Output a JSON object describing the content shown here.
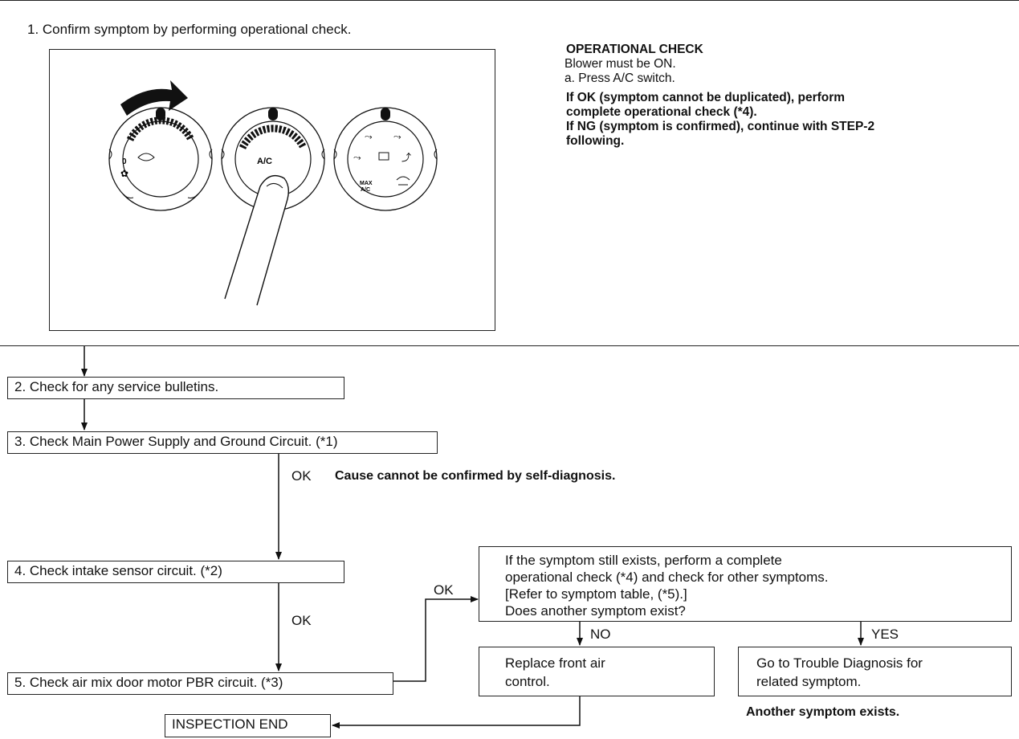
{
  "step1": {
    "label": "1. Confirm symptom by performing operational check.",
    "illustration": {
      "dial_left_icons": [
        "0",
        "fan-icon",
        "car-recirc-icon"
      ],
      "dial_mid_label": "A/C",
      "dial_right_icons": [
        "vent-icon",
        "bilevel-icon",
        "foot-icon",
        "foot-defrost-icon",
        "defrost-icon",
        "max-ac"
      ],
      "dial_right_max": "MAX",
      "dial_right_ac": "A/C"
    }
  },
  "operational_check": {
    "title": "OPERATIONAL CHECK",
    "line1": "Blower must be ON.",
    "line2": "a. Press A/C switch.",
    "ok_text_1": "If OK (symptom cannot be duplicated), perform",
    "ok_text_2": "complete operational check (*4).",
    "ng_text_1": "If NG (symptom is confirmed), continue with STEP-2",
    "ng_text_2": "following."
  },
  "step2": {
    "label": "2. Check for any service bulletins."
  },
  "step3": {
    "label": "3. Check Main Power Supply and Ground Circuit. (*1)"
  },
  "ok_labels": {
    "after3": "OK",
    "after4": "OK",
    "after5": "OK"
  },
  "cause_note": "Cause cannot be confirmed by self-diagnosis.",
  "step4": {
    "label": "4. Check intake sensor circuit. (*2)"
  },
  "step5": {
    "label": "5. Check air mix door motor PBR circuit. (*3)"
  },
  "symptom_box": {
    "line1": "If the symptom still exists, perform a complete",
    "line2": "operational check (*4) and check for other symptoms.",
    "line3": "[Refer to symptom table, (*5).]",
    "line4": "Does another symptom exist?"
  },
  "branch": {
    "no": "NO",
    "yes": "YES"
  },
  "replace_box": {
    "line1": "Replace front air",
    "line2": "control."
  },
  "trouble_box": {
    "line1": "Go to Trouble Diagnosis for",
    "line2": "related symptom."
  },
  "another_note": "Another symptom exists.",
  "end_box": {
    "label": "INSPECTION END"
  }
}
